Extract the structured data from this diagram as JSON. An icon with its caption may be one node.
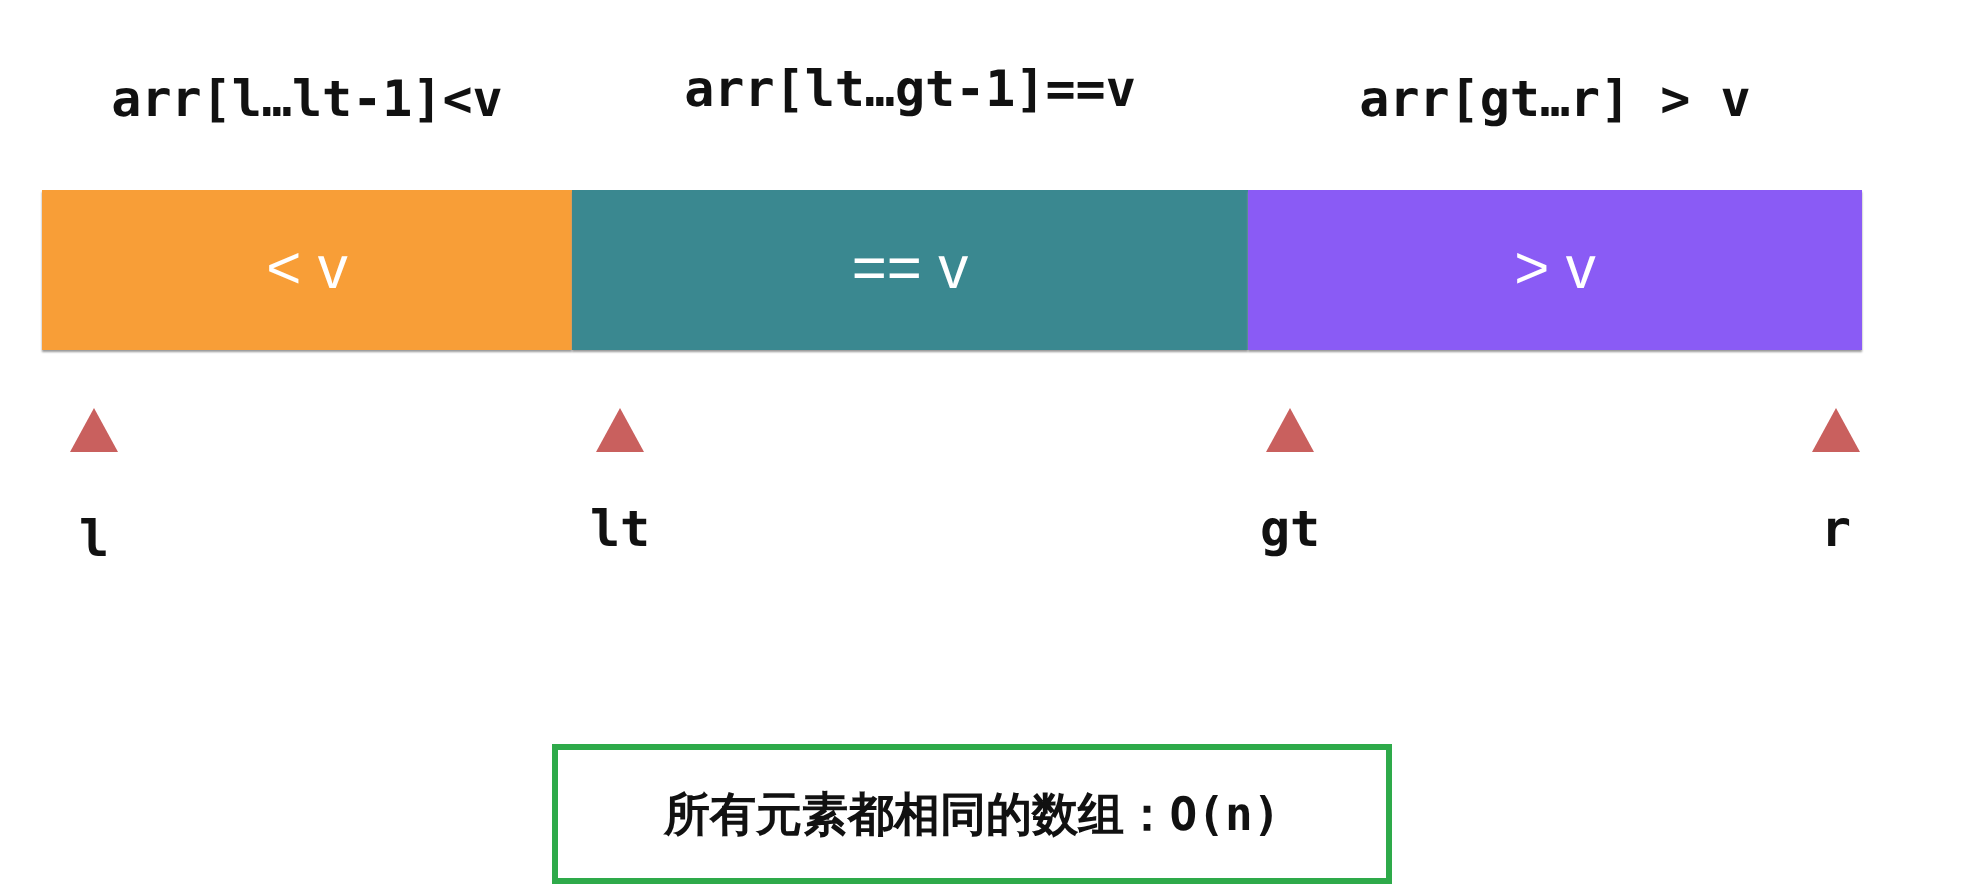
{
  "diagram": {
    "nodes": [
      {
        "text": [
          "arr[l…lt-1]<v",
          "< v"
        ]
      },
      {
        "text": [
          "arr[lt…gt-1]==v",
          "== v"
        ]
      },
      {
        "text": [
          "arr[gt…r] > v",
          "> v"
        ]
      },
      {
        "text": [
          "所有元素都相同的数组：O(n)"
        ]
      }
    ],
    "labels": [
      "l",
      "lt",
      "gt",
      "r"
    ]
  }
}
